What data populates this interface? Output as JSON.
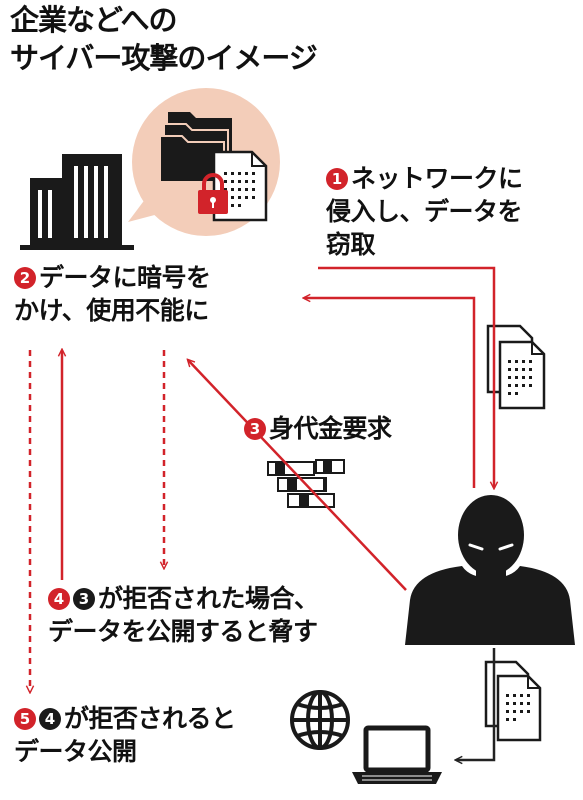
{
  "title": {
    "line1": "企業などへの",
    "line2": "サイバー攻撃のイメージ"
  },
  "steps": [
    {
      "markers": [
        "1"
      ],
      "lines": [
        "ネットワークに",
        "侵入し、データを",
        "窃取"
      ]
    },
    {
      "markers": [
        "2"
      ],
      "lines": [
        "データに暗号を",
        "かけ、使用不能に"
      ]
    },
    {
      "markers": [
        "3"
      ],
      "lines": [
        "身代金要求"
      ]
    },
    {
      "markers": [
        "4",
        "3"
      ],
      "lines": [
        "が拒否された場合、",
        "データを公開すると脅す"
      ]
    },
    {
      "markers": [
        "5",
        "4"
      ],
      "lines": [
        "が拒否されると",
        "データ公開"
      ]
    }
  ],
  "colors": {
    "accent_red": "#d2232a",
    "dark": "#1a1a1a",
    "bubble": "#f3cdb9"
  },
  "icons": [
    "office-building-icon",
    "folder-icon",
    "document-icon",
    "padlock-icon",
    "money-stack-icon",
    "hacker-silhouette-icon",
    "globe-icon",
    "laptop-icon"
  ]
}
